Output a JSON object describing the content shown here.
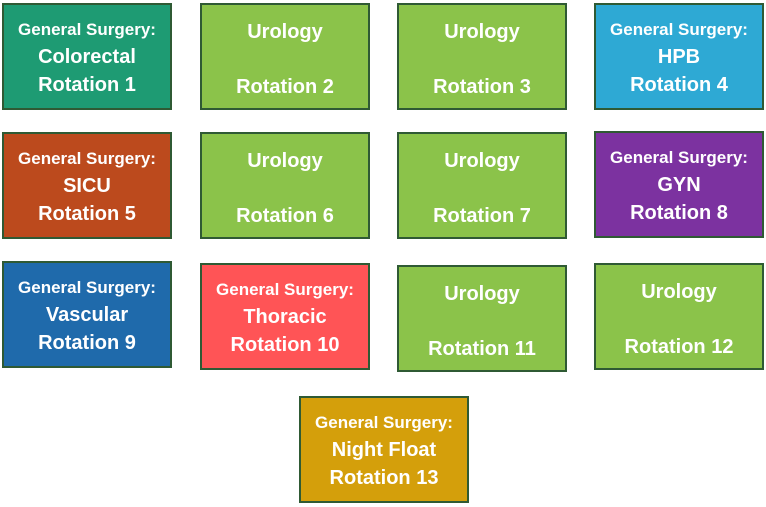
{
  "colors": {
    "colorectal": "#1e9b73",
    "urology": "#8bc34a",
    "hpb": "#2ea9d4",
    "sicu": "#bc4a1d",
    "gyn": "#7c32a0",
    "vascular": "#1f6aab",
    "thoracic": "#ff5456",
    "night_float": "#d49f0b",
    "border": "#2f5a34"
  },
  "rotations": [
    {
      "lines": [
        "General Surgery:",
        "Colorectal",
        "Rotation 1"
      ]
    },
    {
      "lines": [
        "Urology",
        "Rotation 2"
      ]
    },
    {
      "lines": [
        "Urology",
        "Rotation 3"
      ]
    },
    {
      "lines": [
        "General Surgery:",
        "HPB",
        "Rotation 4"
      ]
    },
    {
      "lines": [
        "General Surgery:",
        "SICU",
        "Rotation 5"
      ]
    },
    {
      "lines": [
        "Urology",
        "Rotation 6"
      ]
    },
    {
      "lines": [
        "Urology",
        "Rotation 7"
      ]
    },
    {
      "lines": [
        "General Surgery:",
        "GYN",
        "Rotation 8"
      ]
    },
    {
      "lines": [
        "General Surgery:",
        "Vascular",
        "Rotation 9"
      ]
    },
    {
      "lines": [
        "General Surgery:",
        "Thoracic",
        "Rotation 10"
      ]
    },
    {
      "lines": [
        "Urology",
        "Rotation 11"
      ]
    },
    {
      "lines": [
        "Urology",
        "Rotation 12"
      ]
    },
    {
      "lines": [
        "General Surgery:",
        "Night Float",
        "Rotation 13"
      ]
    }
  ]
}
